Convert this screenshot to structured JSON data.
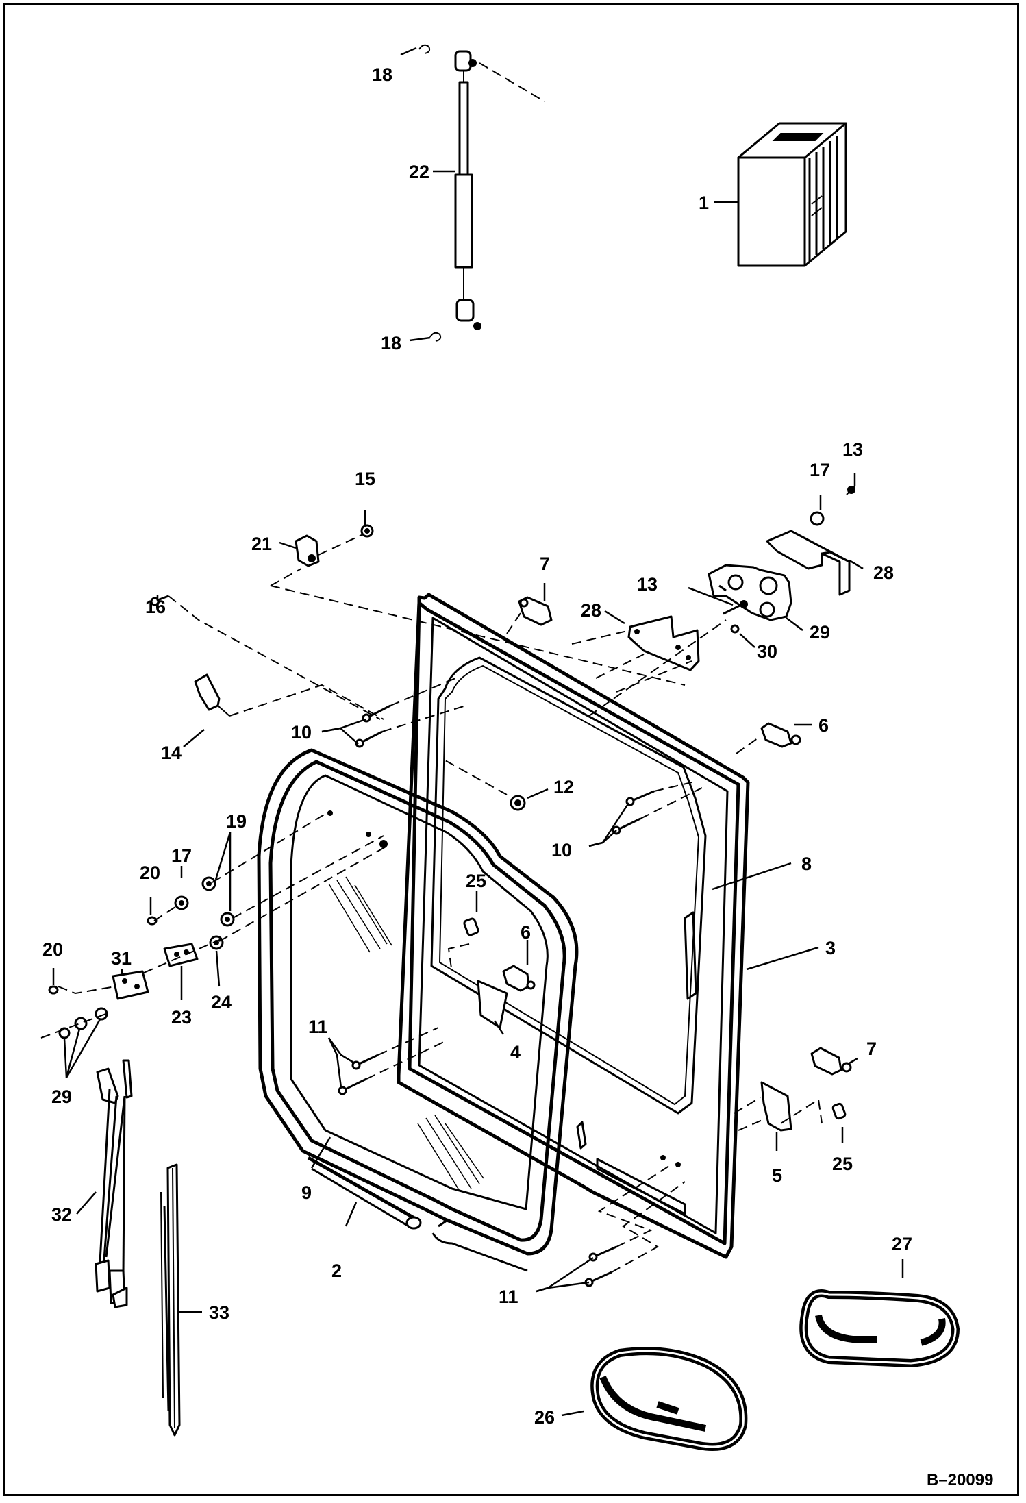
{
  "diagram": {
    "reference_code": "B–20099",
    "callouts": [
      {
        "id": "c1",
        "text": "1"
      },
      {
        "id": "c2",
        "text": "2"
      },
      {
        "id": "c3",
        "text": "3"
      },
      {
        "id": "c4",
        "text": "4"
      },
      {
        "id": "c5",
        "text": "5"
      },
      {
        "id": "c6a",
        "text": "6"
      },
      {
        "id": "c6b",
        "text": "6"
      },
      {
        "id": "c7a",
        "text": "7"
      },
      {
        "id": "c7b",
        "text": "7"
      },
      {
        "id": "c8",
        "text": "8"
      },
      {
        "id": "c9",
        "text": "9"
      },
      {
        "id": "c10a",
        "text": "10"
      },
      {
        "id": "c10b",
        "text": "10"
      },
      {
        "id": "c11a",
        "text": "11"
      },
      {
        "id": "c11b",
        "text": "11"
      },
      {
        "id": "c12",
        "text": "12"
      },
      {
        "id": "c13a",
        "text": "13"
      },
      {
        "id": "c13b",
        "text": "13"
      },
      {
        "id": "c14",
        "text": "14"
      },
      {
        "id": "c15",
        "text": "15"
      },
      {
        "id": "c16",
        "text": "16"
      },
      {
        "id": "c17a",
        "text": "17"
      },
      {
        "id": "c17b",
        "text": "17"
      },
      {
        "id": "c18a",
        "text": "18"
      },
      {
        "id": "c18b",
        "text": "18"
      },
      {
        "id": "c19",
        "text": "19"
      },
      {
        "id": "c20a",
        "text": "20"
      },
      {
        "id": "c20b",
        "text": "20"
      },
      {
        "id": "c21",
        "text": "21"
      },
      {
        "id": "c22",
        "text": "22"
      },
      {
        "id": "c23",
        "text": "23"
      },
      {
        "id": "c24",
        "text": "24"
      },
      {
        "id": "c25a",
        "text": "25"
      },
      {
        "id": "c25b",
        "text": "25"
      },
      {
        "id": "c26",
        "text": "26"
      },
      {
        "id": "c27",
        "text": "27"
      },
      {
        "id": "c28a",
        "text": "28"
      },
      {
        "id": "c28b",
        "text": "28"
      },
      {
        "id": "c29a",
        "text": "29"
      },
      {
        "id": "c29b",
        "text": "29"
      },
      {
        "id": "c30",
        "text": "30"
      },
      {
        "id": "c31",
        "text": "31"
      },
      {
        "id": "c32",
        "text": "32"
      },
      {
        "id": "c33",
        "text": "33"
      }
    ]
  }
}
